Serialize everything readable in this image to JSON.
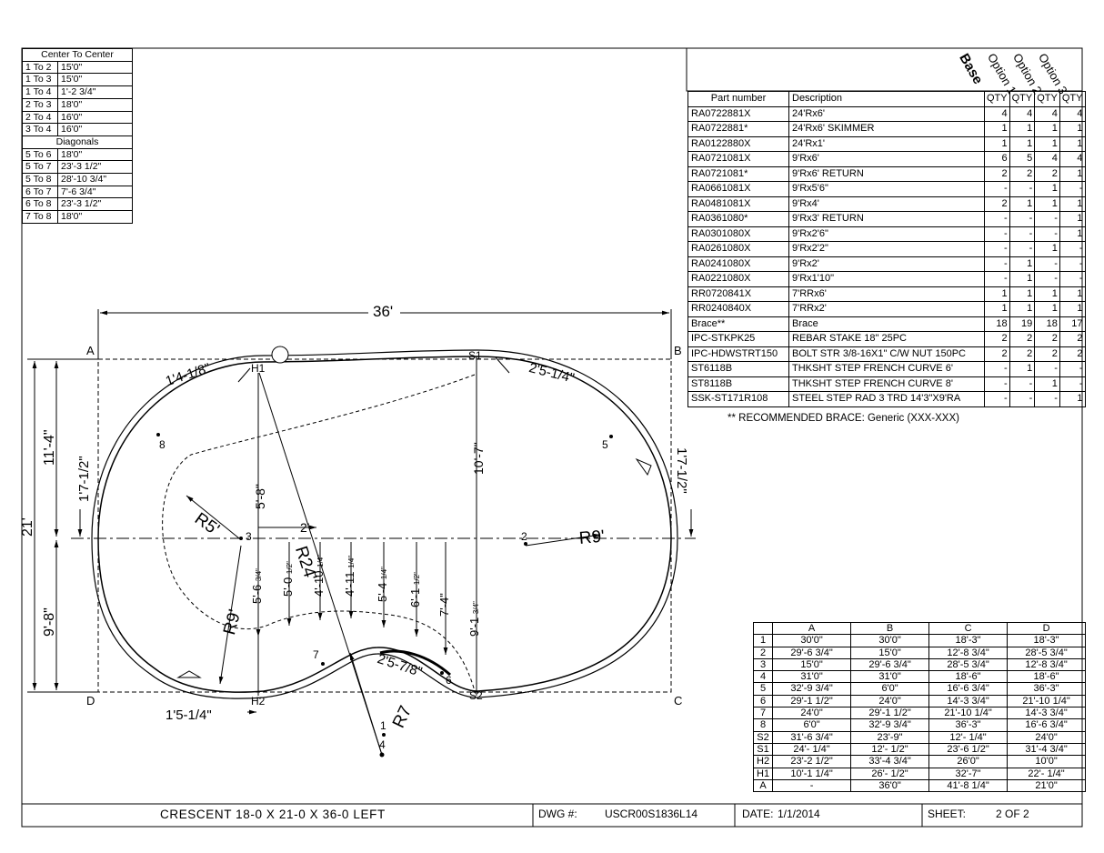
{
  "center_to_center": {
    "title": "Center To Center",
    "rows": [
      [
        "1 To 2",
        "15'0\""
      ],
      [
        "1 To 3",
        "15'0\""
      ],
      [
        "1 To 4",
        "1'-2 3/4\""
      ],
      [
        "2 To 3",
        "18'0\""
      ],
      [
        "2 To 4",
        "16'0\""
      ],
      [
        "3 To 4",
        "16'0\""
      ]
    ],
    "diag_title": "Diagonals",
    "diag_rows": [
      [
        "5 To 6",
        "18'0\""
      ],
      [
        "5 To 7",
        "23'-3 1/2\""
      ],
      [
        "5 To 8",
        "28'-10 3/4\""
      ],
      [
        "6 To 7",
        "7'-6 3/4\""
      ],
      [
        "6 To 8",
        "23'-3 1/2\""
      ],
      [
        "7 To 8",
        "18'0\""
      ]
    ]
  },
  "parts": {
    "options": [
      "Base",
      "Option 1",
      "Option 2",
      "Option 3"
    ],
    "headers": {
      "part": "Part number",
      "desc": "Description",
      "qty": "QTY"
    },
    "rows": [
      [
        "RA0722881X",
        "24'Rx6'",
        "4",
        "4",
        "4",
        "4"
      ],
      [
        "RA0722881*",
        "24'Rx6' SKIMMER",
        "1",
        "1",
        "1",
        "1"
      ],
      [
        "RA0122880X",
        "24'Rx1'",
        "1",
        "1",
        "1",
        "1"
      ],
      [
        "RA0721081X",
        "9'Rx6'",
        "6",
        "5",
        "4",
        "4"
      ],
      [
        "RA0721081*",
        "9'Rx6' RETURN",
        "2",
        "2",
        "2",
        "1"
      ],
      [
        "RA0661081X",
        "9'Rx5'6\"",
        "-",
        "-",
        "1",
        "-"
      ],
      [
        "RA0481081X",
        "9'Rx4'",
        "2",
        "1",
        "1",
        "1"
      ],
      [
        "RA0361080*",
        "9'Rx3' RETURN",
        "-",
        "-",
        "-",
        "1"
      ],
      [
        "RA0301080X",
        "9'Rx2'6\"",
        "-",
        "-",
        "-",
        "1"
      ],
      [
        "RA0261080X",
        "9'Rx2'2\"",
        "-",
        "-",
        "1",
        "-"
      ],
      [
        "RA0241080X",
        "9'Rx2'",
        "-",
        "1",
        "-",
        "-"
      ],
      [
        "RA0221080X",
        "9'Rx1'10\"",
        "-",
        "1",
        "-",
        "-"
      ],
      [
        "RR0720841X",
        "7'RRx6'",
        "1",
        "1",
        "1",
        "1"
      ],
      [
        "RR0240840X",
        "7'RRx2'",
        "1",
        "1",
        "1",
        "1"
      ],
      [
        "Brace**",
        "Brace",
        "18",
        "19",
        "18",
        "17"
      ],
      [
        "IPC-STKPK25",
        "REBAR STAKE 18\" 25PC",
        "2",
        "2",
        "2",
        "2"
      ],
      [
        "IPC-HDWSTRT150",
        "BOLT STR 3/8-16X1\" C/W NUT 150PC",
        "2",
        "2",
        "2",
        "2"
      ],
      [
        "ST6118B",
        "THKSHT STEP FRENCH CURVE 6'",
        "-",
        "1",
        "-",
        "-"
      ],
      [
        "ST8118B",
        "THKSHT STEP FRENCH CURVE 8'",
        "-",
        "-",
        "1",
        "-"
      ],
      [
        "SSK-ST171R108",
        "STEEL STEP RAD 3 TRD 14'3\"X9'RA",
        "-",
        "-",
        "-",
        "1"
      ]
    ],
    "note": "** RECOMMENDED BRACE:  Generic (XXX-XXX)"
  },
  "dims_table": {
    "headers": [
      "A",
      "B",
      "C",
      "D"
    ],
    "rows": [
      [
        "1",
        "30'0\"",
        "30'0\"",
        "18'-3\"",
        "18'-3\""
      ],
      [
        "2",
        "29'-6 3/4\"",
        "15'0\"",
        "12'-8 3/4\"",
        "28'-5 3/4\""
      ],
      [
        "3",
        "15'0\"",
        "29'-6 3/4\"",
        "28'-5 3/4\"",
        "12'-8 3/4\""
      ],
      [
        "4",
        "31'0\"",
        "31'0\"",
        "18'-6\"",
        "18'-6\""
      ],
      [
        "5",
        "32'-9 3/4\"",
        "6'0\"",
        "16'-6 3/4\"",
        "36'-3\""
      ],
      [
        "6",
        "29'-1 1/2\"",
        "24'0\"",
        "14'-3 3/4\"",
        "21'-10 1/4\""
      ],
      [
        "7",
        "24'0\"",
        "29'-1 1/2\"",
        "21'-10 1/4\"",
        "14'-3 3/4\""
      ],
      [
        "8",
        "6'0\"",
        "32'-9 3/4\"",
        "36'-3\"",
        "16'-6 3/4\""
      ],
      [
        "S2",
        "31'-6 3/4\"",
        "23'-9\"",
        "12'- 1/4\"",
        "24'0\""
      ],
      [
        "S1",
        "24'- 1/4\"",
        "12'- 1/2\"",
        "23'-6 1/2\"",
        "31'-4 3/4\""
      ],
      [
        "H2",
        "23'-2 1/2\"",
        "33'-4 3/4\"",
        "26'0\"",
        "10'0\""
      ],
      [
        "H1",
        "10'-1 1/4\"",
        "26'- 1/2\"",
        "32'-7\"",
        "22'- 1/4\""
      ],
      [
        "A",
        "-",
        "36'0\"",
        "41'-8 1/4\"",
        "21'0\""
      ]
    ]
  },
  "drawing": {
    "corners": {
      "a": "A",
      "b": "B",
      "c": "C",
      "d": "D"
    },
    "points": {
      "p1": "1",
      "p2": "2",
      "p3": "3",
      "p4": "4",
      "p5": "5",
      "p6": "6",
      "p7": "7",
      "p8": "8",
      "s1": "S1",
      "s2": "S2",
      "h1": "H1",
      "h2": "H2"
    },
    "dims": {
      "len": "36'",
      "width": "21'",
      "upper": "11'-4\"",
      "lower": "9'-8\"",
      "left_off": "1'7-1/2\"",
      "right_off": "1'7-1/2\"",
      "h1_off": "1'4-1/8\"",
      "s1_off": "2'5-1/4\"",
      "h2_off": "1'5-1/4\"",
      "s2_off": "2'5-7/8\"",
      "d2": "2'",
      "r5": "R5'",
      "r9a": "R9'",
      "r9b": "R9'",
      "r24": "R24'",
      "r7": "R7",
      "v_h1": "5'-8\"",
      "v_s1": "10'-7\"",
      "o1": "5'-6",
      "o1f": "3/4\"",
      "o2": "5'-0",
      "o2f": "1/2\"",
      "o3": "4'-10",
      "o3f": "1/4\"",
      "o4": "4'-11",
      "o4f": "1/4\"",
      "o5": "5'-4",
      "o5f": "1/4\"",
      "o6": "6'-1",
      "o6f": "1/2\"",
      "o7": "7'-4\"",
      "o8": "9'-1",
      "o8f": "3/4\""
    }
  },
  "title_block": {
    "title": "CRESCENT 18-0 X 21-0 X 36-0 LEFT",
    "dwg_label": "DWG #:",
    "dwg": "USCR00S1836L14",
    "date_label": "DATE:",
    "date": "1/1/2014",
    "sheet_label": "SHEET:",
    "sheet": "2 OF 2"
  }
}
